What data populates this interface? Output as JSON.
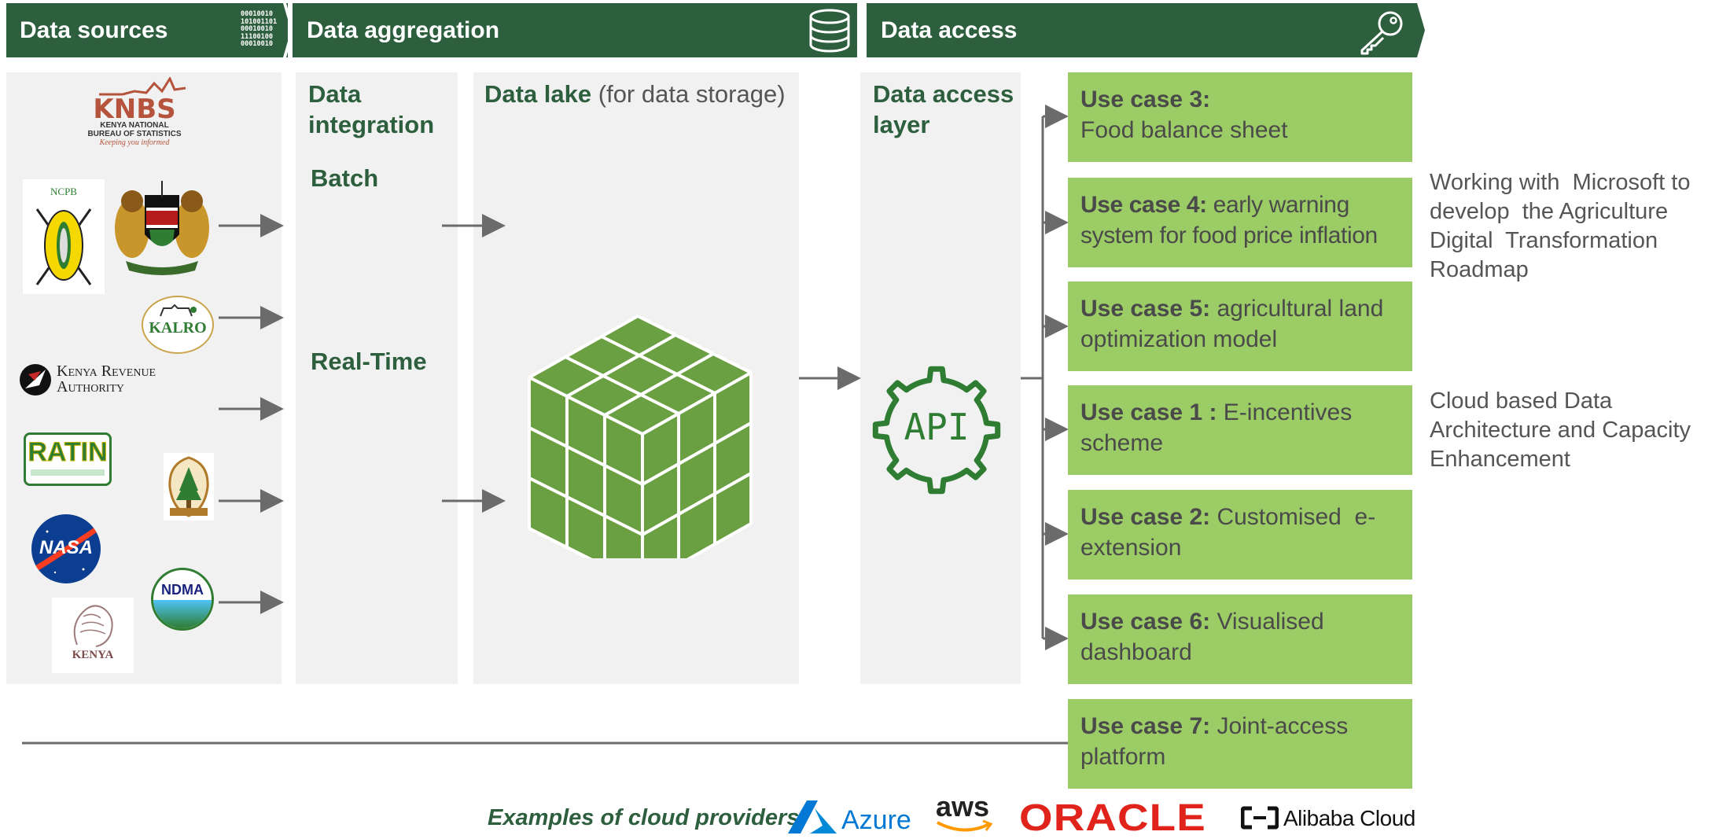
{
  "headers": {
    "data_sources": "Data sources",
    "binary_text": "00010010\n101001101\n00010010\n11100100\n00010010",
    "data_aggregation": "Data aggregation",
    "data_access": "Data access"
  },
  "panels": {
    "integration_title": "Data integration",
    "batch": "Batch",
    "realtime": "Real-Time",
    "lake_title": "Data lake",
    "lake_sub": " (for data storage)",
    "access_title": "Data access layer",
    "api_label": "API"
  },
  "logos": {
    "knbs": "KNBS",
    "knbs_sub1": "KENYA NATIONAL",
    "knbs_sub2": "BUREAU OF STATISTICS",
    "knbs_tag": "Keeping you informed",
    "ncpb": "NCPB",
    "kalro": "KALRO",
    "kra1": "Kenya Revenue",
    "kra2": "Authority",
    "ratin": "RATIN",
    "nasa": "NASA",
    "ndma": "NDMA",
    "kenya": "KENYA"
  },
  "use_cases": [
    {
      "bold": "Use case 3:",
      "rest": "Food balance sheet",
      "newline": true
    },
    {
      "bold": "Use case 4:",
      "rest": " early warning system for food price inflation",
      "newline": false
    },
    {
      "bold": "Use case 5:",
      "rest": " agricultural land optimization model",
      "newline": false
    },
    {
      "bold": "Use case 1 :",
      "rest": " E-incentives scheme",
      "newline": false
    },
    {
      "bold": "Use case 2:",
      "rest": " Customised  e-extension",
      "newline": false
    },
    {
      "bold": "Use case 6:",
      "rest": " Visualised dashboard",
      "newline": false
    },
    {
      "bold": "Use case 7:",
      "rest": " Joint-access platform",
      "newline": false
    }
  ],
  "side_notes": {
    "microsoft": "Working with  Microsoft to develop  the Agriculture Digital  Transformation Roadmap",
    "cloud": "Cloud based Data Architecture and Capacity  Enhancement"
  },
  "footer": {
    "label": "Examples of cloud providers",
    "azure": "Azure",
    "aws": "aws",
    "oracle": "ORACLE",
    "alibaba": "Alibaba Cloud"
  },
  "colors": {
    "header_green": "#2d5f3e",
    "usecase_green": "#9ccc65",
    "cube_green": "#6aa042",
    "panel_gray": "#f1f1f1",
    "arrow_gray": "#6b6b6b",
    "azure_blue": "#0078d4",
    "oracle_red": "#e0241b"
  }
}
